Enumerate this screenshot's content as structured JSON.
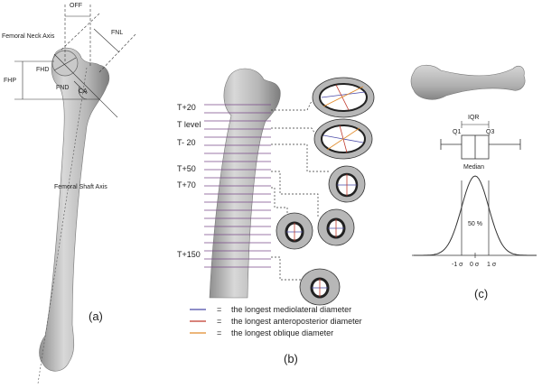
{
  "panel_a": {
    "label": "(a)",
    "labels": {
      "off": "OFF",
      "femoral_neck_axis": "Femoral Neck Axis",
      "fnl": "FNL",
      "fhp": "FHP",
      "fhd": "FHD",
      "fnd": "FND",
      "ca": "CA",
      "femoral_shaft_axis": "Femoral Shaft Axis"
    }
  },
  "panel_b": {
    "label": "(b)",
    "levels": [
      "T+20",
      "T level",
      "T- 20",
      "T+50",
      "T+70",
      "T+150"
    ],
    "legend": [
      {
        "text": "the longest mediolateral diameter",
        "color": "#4a4aa8"
      },
      {
        "text": "the longest anteroposterior diameter",
        "color": "#c0392b"
      },
      {
        "text": "the longest oblique diameter",
        "color": "#e08a2a"
      }
    ],
    "legend_symbol": "="
  },
  "panel_c": {
    "label": "(c)",
    "iqr": "IQR",
    "q1": "Q1",
    "q3": "Q3",
    "median": "Median",
    "pct": "50 %",
    "ticks": [
      "-1 σ",
      "0 σ",
      "1 σ"
    ]
  },
  "colors": {
    "bone": "#bdbdbd",
    "bone_dark": "#8a8a8a",
    "line_purple": "#7a4a8a"
  }
}
